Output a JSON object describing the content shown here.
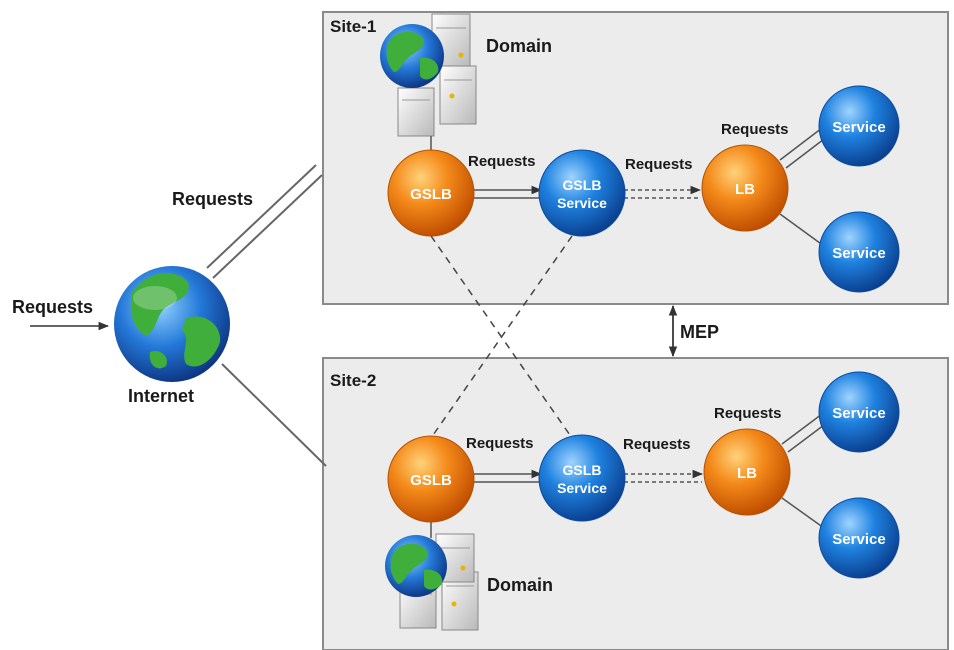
{
  "sites": [
    {
      "label": "Site-1",
      "domain_label": "Domain"
    },
    {
      "label": "Site-2",
      "domain_label": "Domain"
    }
  ],
  "internet": {
    "label": "Internet",
    "incoming_label": "Requests",
    "uplink_label": "Requests"
  },
  "nodes": {
    "gslb": "GSLB",
    "gslb_service_line1": "GSLB",
    "gslb_service_line2": "Service",
    "lb": "LB",
    "service": "Service"
  },
  "flow_labels": {
    "gslb_to_service": "Requests",
    "service_to_lb": "Requests",
    "lb_to_service": "Requests"
  },
  "mep_label": "MEP",
  "colors": {
    "site_fill": "#ececec",
    "site_border": "#8a8a8a",
    "gslb_orange": "#f07a10",
    "service_blue": "#1f7fd6",
    "connector": "#555555"
  }
}
